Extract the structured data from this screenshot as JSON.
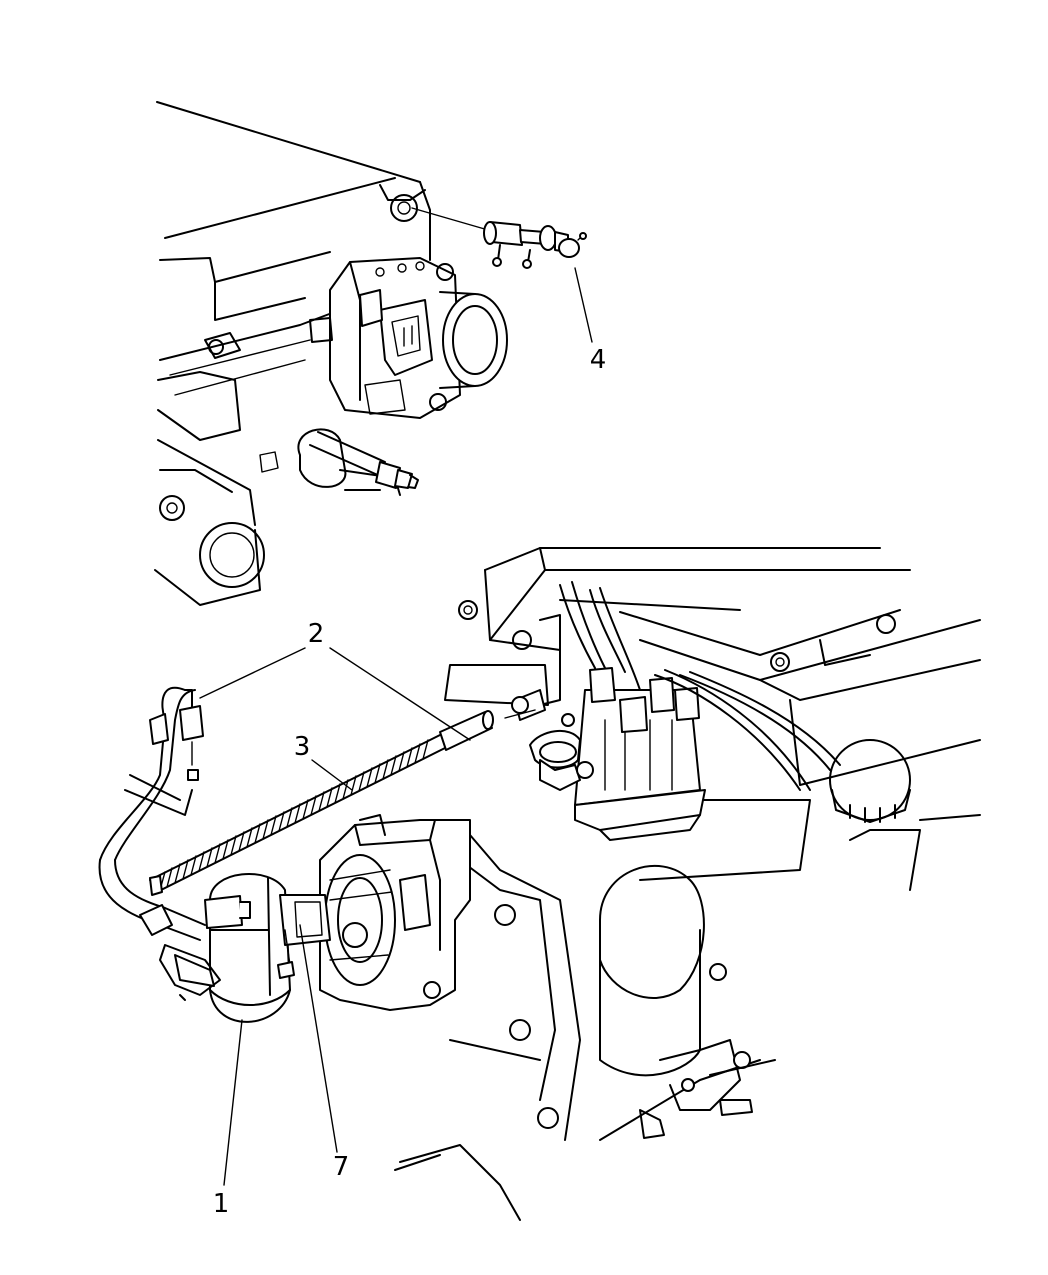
{
  "callouts": [
    {
      "id": "c1",
      "label": "1"
    },
    {
      "id": "c2",
      "label": "2"
    },
    {
      "id": "c3",
      "label": "3"
    },
    {
      "id": "c4",
      "label": "4"
    },
    {
      "id": "c7",
      "label": "7"
    }
  ]
}
